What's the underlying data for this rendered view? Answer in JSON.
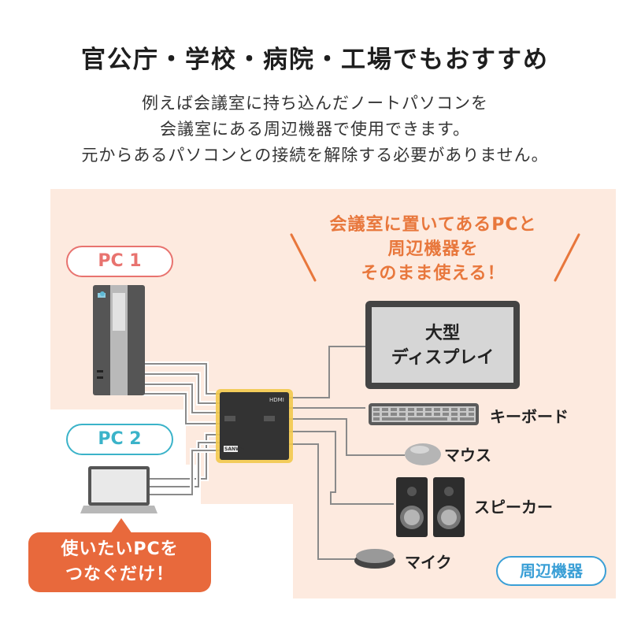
{
  "title": "官公庁・学校・病院・工場でもおすすめ",
  "description": [
    "例えば会議室に持ち込んだノートパソコンを",
    "会議室にある周辺機器で使用できます。",
    "元からあるパソコンとの接続を解除する必要がありません。"
  ],
  "headline": [
    "会議室に置いてあるPCと",
    "周辺機器を",
    "そのまま使える！"
  ],
  "pc1_label": "PC 1",
  "pc2_label": "PC 2",
  "callout": [
    "使いたいPCを",
    "つなぐだけ！"
  ],
  "monitor_text": [
    "大型",
    "ディスプレイ"
  ],
  "devices": {
    "keyboard": "キーボード",
    "mouse": "マウス",
    "speaker": "スピーカー",
    "mic": "マイク"
  },
  "peripherals_label": "周辺機器",
  "switch": {
    "brand": "SANWA",
    "port_label": "HDMI"
  },
  "colors": {
    "panel_bg": "#fdeadf",
    "pc1_accent": "#e8736f",
    "pc2_accent": "#3bb3c9",
    "headline": "#e8773c",
    "callout_bg": "#e8693c",
    "peripherals_accent": "#3a9fd6"
  }
}
